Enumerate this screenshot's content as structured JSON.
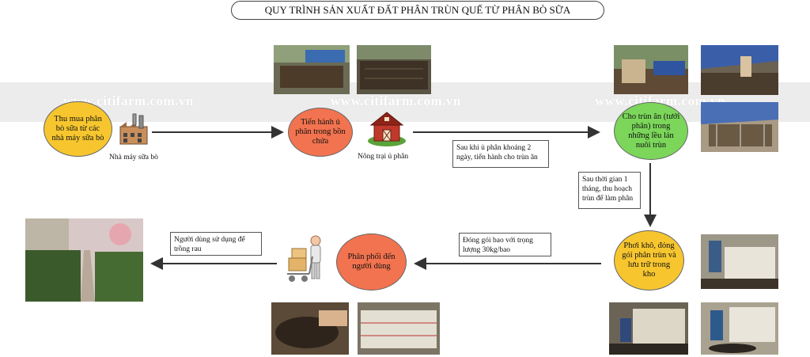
{
  "title": "QUY TRÌNH SẢN XUẤT ĐẤT PHÂN TRÙN QUẾ TỪ PHÂN BÒ SỮA",
  "watermark": "www.citifarm.com.vn",
  "nodes": {
    "buy": "Thu mua phân bò sữa từ các nhà máy sữa bò",
    "compost": "Tiến hành ủ phân trong bồn chứa",
    "feed": "Cho trùn ăn (tưới phân) trong những lều lán nuôi trùn",
    "dry": "Phơi khô, đóng gói phân trùn và lưu trữ trong kho",
    "distribute": "Phân phối đến người dùng"
  },
  "captions": {
    "factory": "Nhà máy sữa bò",
    "farm": "Nông trại ủ phân"
  },
  "notes": {
    "after_compost": "Sau khi ủ phân khoảng 2 ngày, tiến hành cho trùn ăn",
    "harvest": "Sau thời gian 1 tháng, thu hoạch trùn để làm phân",
    "package": "Đóng gói bao với trọng lượng 30kg/bao",
    "user": "Người dùng sử dụng để trồng rau"
  },
  "icons": [
    "factory-icon",
    "farm-barn-icon",
    "delivery-worker-icon"
  ],
  "colors": {
    "yellow": "#f7c62f",
    "red": "#f2734f",
    "green": "#7bd65a",
    "arrow": "#333333"
  }
}
